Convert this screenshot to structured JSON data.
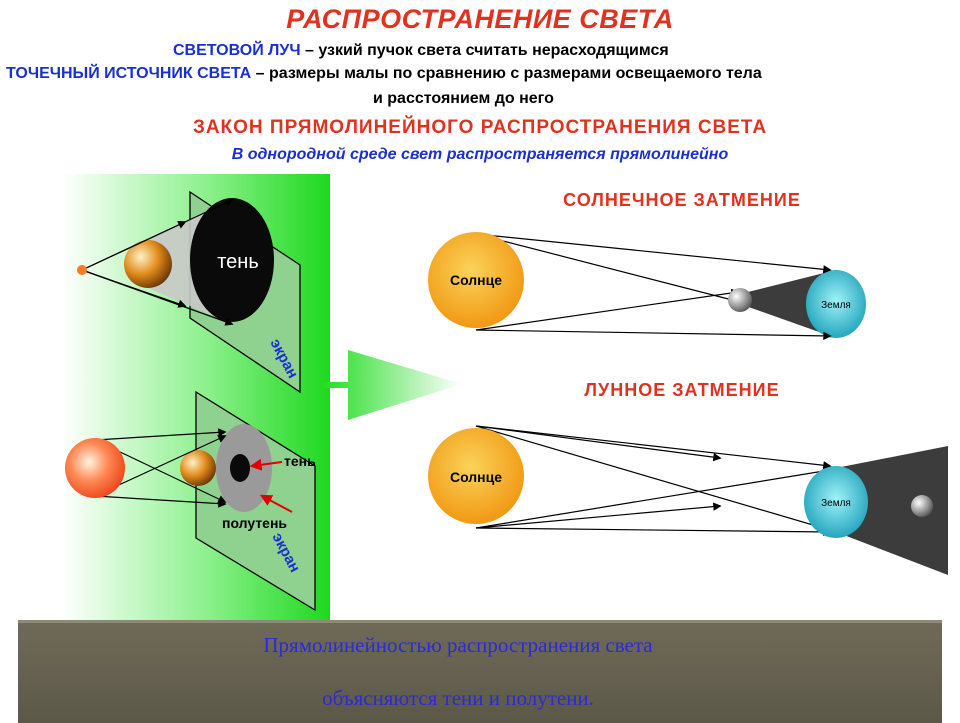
{
  "title": "РАСПРОСТРАНЕНИЕ СВЕТА",
  "definitions": [
    {
      "term": "СВЕТОВОЙ ЛУЧ",
      "text": " – узкий пучок света считать нерасходящимся"
    },
    {
      "term": "ТОЧЕЧНЫЙ ИСТОЧНИК СВЕТА",
      "text": " – размеры малы по сравнению с размерами освещаемого тела"
    }
  ],
  "definition_continuation": "и расстоянием до него",
  "law": {
    "title": "ЗАКОН ПРЯМОЛИНЕЙНОГО РАСПРОСТРАНЕНИЯ СВЕТА",
    "statement": "В однородной среде свет распространяется прямолинейно"
  },
  "left_panel": {
    "top": {
      "shadow_label": "тень",
      "screen_label": "экран"
    },
    "bottom": {
      "shadow_label": "тень",
      "penumbra_label": "полутень",
      "screen_label": "экран"
    }
  },
  "solar_eclipse": {
    "title": "СОЛНЕЧНОЕ ЗАТМЕНИЕ",
    "sun_label": "Солнце",
    "earth_label": "Земля"
  },
  "lunar_eclipse": {
    "title": "ЛУННОЕ ЗАТМЕНИЕ",
    "sun_label": "Солнце",
    "earth_label": "Земля"
  },
  "footer": {
    "line1": "Прямолинейностью распространения света",
    "line2": "объясняются тени и полутени."
  },
  "colors": {
    "title_red": "#e0321f",
    "term_blue": "#1a2fd0",
    "panel_green": "#22dd22",
    "sun_orange": "#f5a40e",
    "earth_cyan": "#27c4d8"
  }
}
